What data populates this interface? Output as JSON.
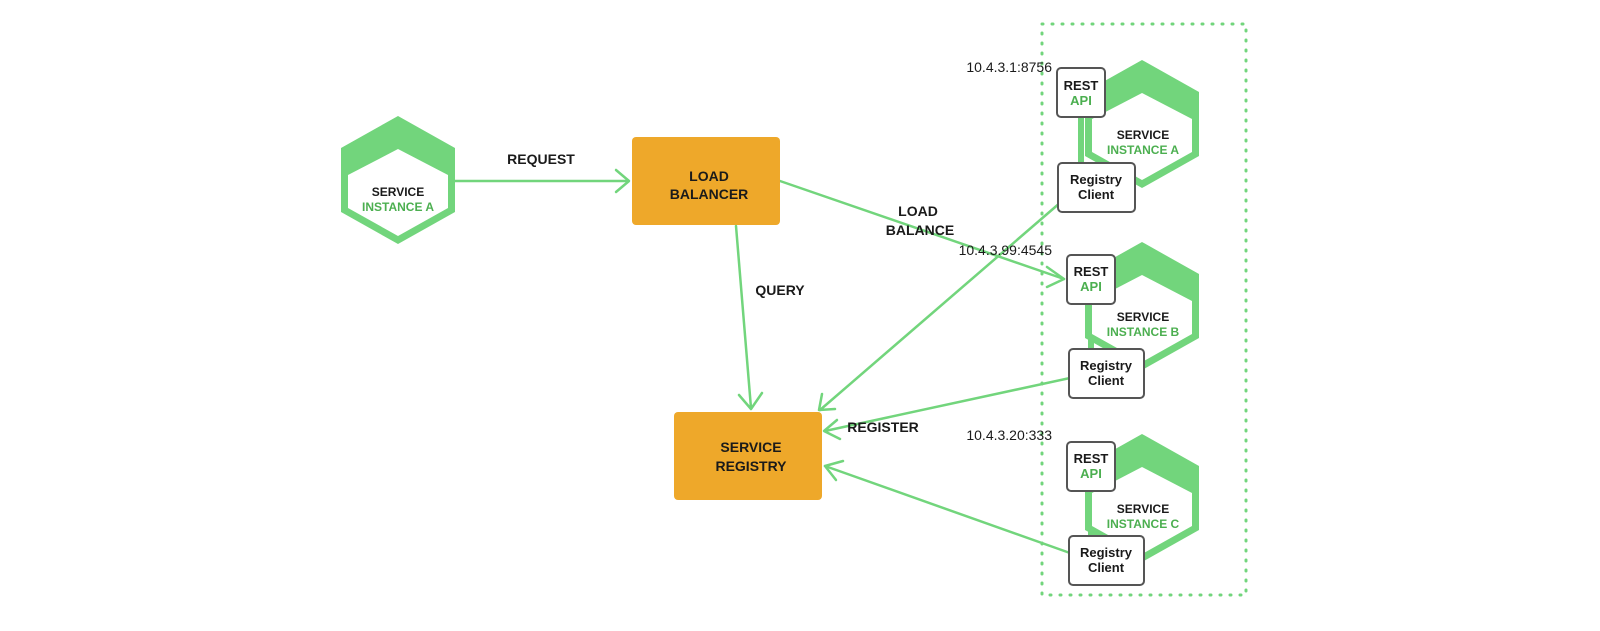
{
  "client": {
    "line1": "SERVICE",
    "line2": "INSTANCE A"
  },
  "load_balancer": {
    "line1": "LOAD",
    "line2": "BALANCER"
  },
  "service_registry": {
    "line1": "SERVICE",
    "line2": "REGISTRY"
  },
  "edges": {
    "request": "REQUEST",
    "query": "QUERY",
    "load_balance_1": "LOAD",
    "load_balance_2": "BALANCE",
    "register": "REGISTER"
  },
  "instances": [
    {
      "address": "10.4.3.1:8756",
      "line1": "SERVICE",
      "line2": "INSTANCE A",
      "api1": "REST",
      "api2": "API",
      "client1": "Registry",
      "client2": "Client"
    },
    {
      "address": "10.4.3.99:4545",
      "line1": "SERVICE",
      "line2": "INSTANCE B",
      "api1": "REST",
      "api2": "API",
      "client1": "Registry",
      "client2": "Client"
    },
    {
      "address": "10.4.3.20:333",
      "line1": "SERVICE",
      "line2": "INSTANCE C",
      "api1": "REST",
      "api2": "API",
      "client1": "Registry",
      "client2": "Client"
    }
  ],
  "colors": {
    "green": "#72d57c",
    "green_text": "#4caf50",
    "orange": "#eea82a",
    "box_border": "#555555"
  }
}
